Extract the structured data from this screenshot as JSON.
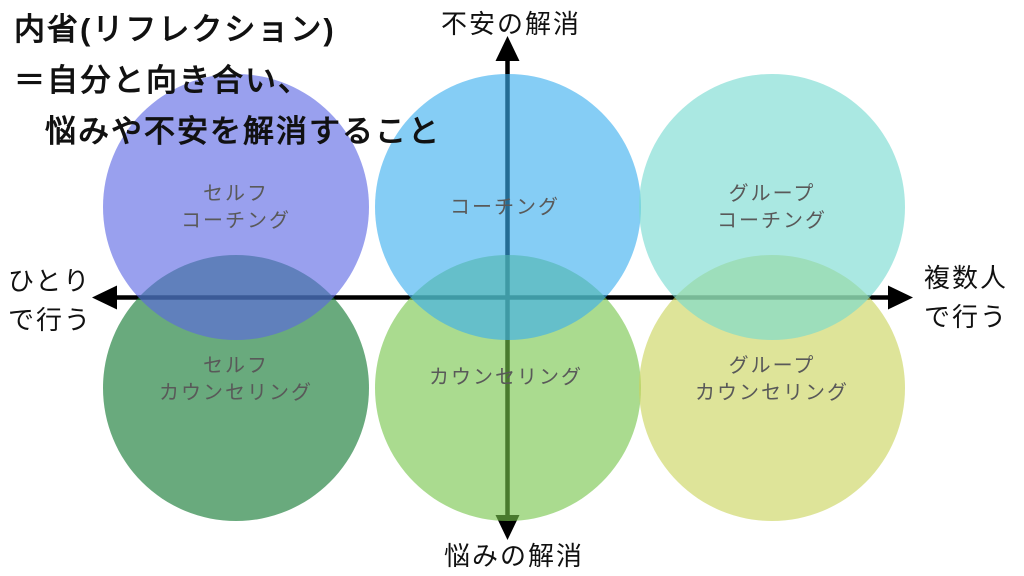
{
  "title": {
    "line1": "内省(リフレクション)",
    "line2": "＝自分と向き合い、",
    "line3": "悩みや不安を解消すること"
  },
  "axes": {
    "top_label": "不安の解消",
    "bottom_label": "悩みの解消",
    "left_label_line1": "ひとり",
    "left_label_line2": "で行う",
    "right_label_line1": "複数人",
    "right_label_line2": "で行う",
    "axis_color": "#000000"
  },
  "circles": [
    {
      "name": "self-coaching",
      "line1": "セルフ",
      "line2": "コーチング",
      "color": "#5A66E3"
    },
    {
      "name": "coaching",
      "line1": "コーチング",
      "line2": "",
      "color": "#3AAEEF"
    },
    {
      "name": "group-coaching",
      "line1": "グループ",
      "line2": "コーチング",
      "color": "#76DAD0"
    },
    {
      "name": "self-counseling",
      "line1": "セルフ",
      "line2": "カウンセリング",
      "color": "#0D762D"
    },
    {
      "name": "counseling",
      "line1": "カウンセリング",
      "line2": "",
      "color": "#76C54A"
    },
    {
      "name": "group-counseling",
      "line1": "グループ",
      "line2": "カウンセリング",
      "color": "#CAD35A"
    }
  ],
  "styles": {
    "circle_label_color": "#595959",
    "circle_opacity": "0.62"
  }
}
